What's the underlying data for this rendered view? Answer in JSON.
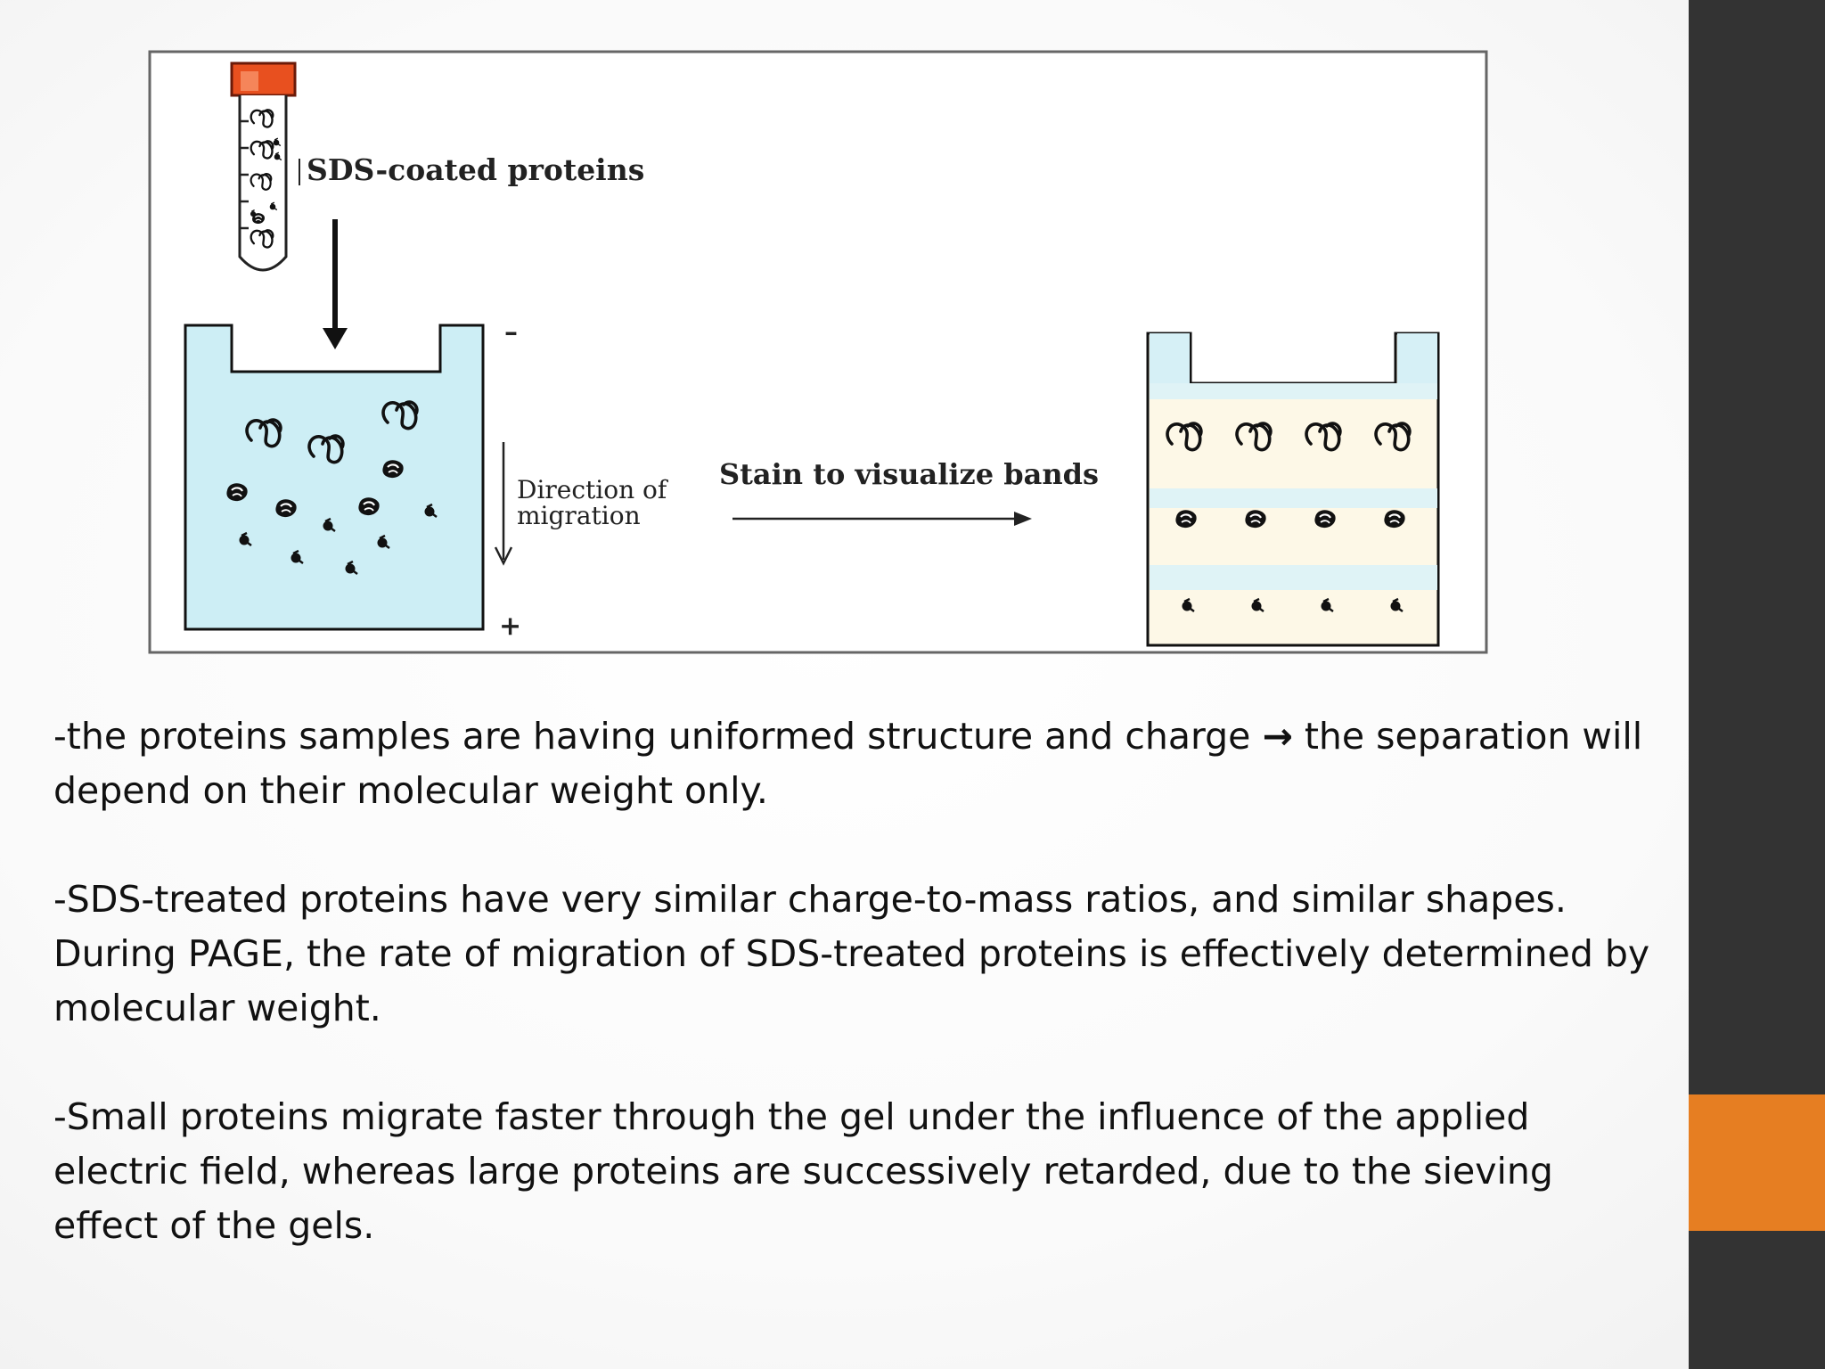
{
  "theme": {
    "sidebar_dark": "#333333",
    "sidebar_accent": "#e67e22",
    "buffer_color": "#cdeef5",
    "gel_color": "#fdf8e7",
    "tube_cap_color": "#e8501f"
  },
  "diagram": {
    "tube_label": "SDS-coated proteins",
    "minus_sign": "–",
    "plus_sign": "+",
    "direction_line1": "Direction of",
    "direction_line2": "migration",
    "stain_label": "Stain to visualize bands"
  },
  "bullets": [
    {
      "before": "-the proteins samples are having uniformed structure and charge ",
      "arrow": "→",
      "after": " the separation will depend on their molecular weight only."
    },
    {
      "text": "-SDS-treated proteins have very similar charge-to-mass ratios, and similar shapes. During PAGE, the rate of migration of SDS-treated proteins is effectively determined by molecular weight."
    },
    {
      "text": "-Small proteins migrate faster through the gel under the influence of the applied electric field, whereas large proteins are successively retarded, due to the sieving effect of the gels."
    }
  ]
}
